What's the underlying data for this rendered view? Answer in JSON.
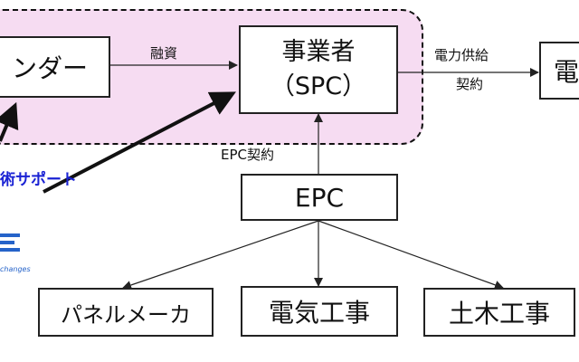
{
  "nodes": {
    "lender": "ンダー",
    "operator_line1": "事業者",
    "operator_line2": "（SPC）",
    "utility": "電",
    "epc": "EPC",
    "panel_maker": "パネルメーカ",
    "electrical_work": "電気工事",
    "civil_work": "土木工事"
  },
  "edges": {
    "financing": "融資",
    "power_supply_line1": "電力供給",
    "power_supply_line2": "契約",
    "epc_contract": "EPC契約",
    "tech_support": "術サポート"
  },
  "partial_logo_text": "changes",
  "colors": {
    "highlight_fill": "#f6dcf2",
    "support_text": "#1a22d4",
    "logo_blue": "#2563c9"
  }
}
